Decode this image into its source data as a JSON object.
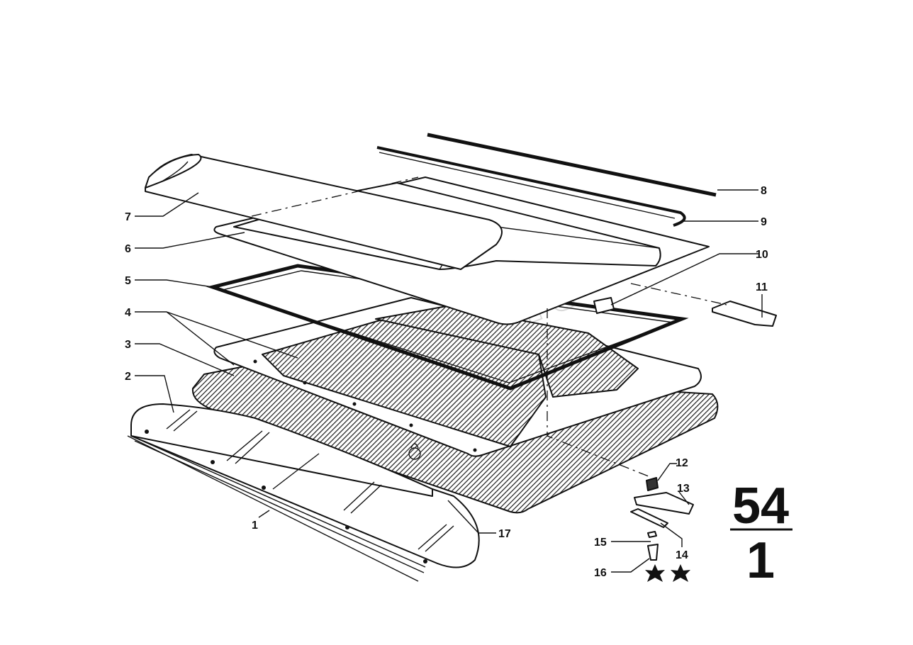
{
  "watermark": "Soft",
  "group_block": {
    "main_group": "54",
    "sub_group": "1"
  },
  "callouts": [
    {
      "id": "c1",
      "label": "1"
    },
    {
      "id": "c2",
      "label": "2"
    },
    {
      "id": "c3",
      "label": "3"
    },
    {
      "id": "c4",
      "label": "4"
    },
    {
      "id": "c5",
      "label": "5"
    },
    {
      "id": "c6",
      "label": "6"
    },
    {
      "id": "c7",
      "label": "7"
    },
    {
      "id": "c8",
      "label": "8"
    },
    {
      "id": "c9",
      "label": "9"
    },
    {
      "id": "c10",
      "label": "10"
    },
    {
      "id": "c11",
      "label": "11"
    },
    {
      "id": "c12",
      "label": "12"
    },
    {
      "id": "c13",
      "label": "13"
    },
    {
      "id": "c14",
      "label": "14"
    },
    {
      "id": "c15",
      "label": "15"
    },
    {
      "id": "c16",
      "label": "16"
    },
    {
      "id": "c17",
      "label": "17"
    }
  ],
  "colors": {
    "ink": "#111111",
    "paper": "#ffffff",
    "hatch": "#1a1a1a",
    "watermark": "#d9d9d9"
  },
  "icons": {
    "star": "star-icon"
  }
}
